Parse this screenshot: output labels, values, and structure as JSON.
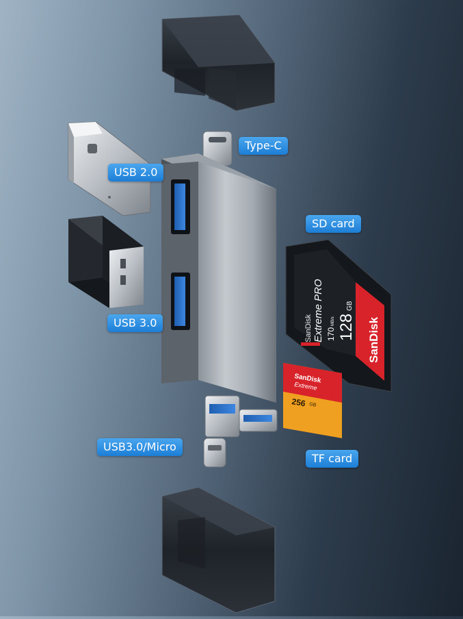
{
  "labels": {
    "type_c": "Type-C",
    "usb20": "USB 2.0",
    "sd_card": "SD card",
    "usb30": "USB 3.0",
    "usb30_micro": "USB3.0/Micro",
    "tf_card": "TF card"
  },
  "sd_card": {
    "brand": "SanDisk",
    "series": "Extreme PRO",
    "capacity": "128",
    "capacity_unit": "GB",
    "speed": "170",
    "speed_unit": "MB/s"
  },
  "tf_card": {
    "brand": "SanDisk",
    "series": "Extreme",
    "capacity": "256",
    "capacity_unit": "GB"
  },
  "colors": {
    "label_blue": "#1c7ed6",
    "sandisk_red": "#d8232a",
    "tf_orange": "#f0a020"
  }
}
